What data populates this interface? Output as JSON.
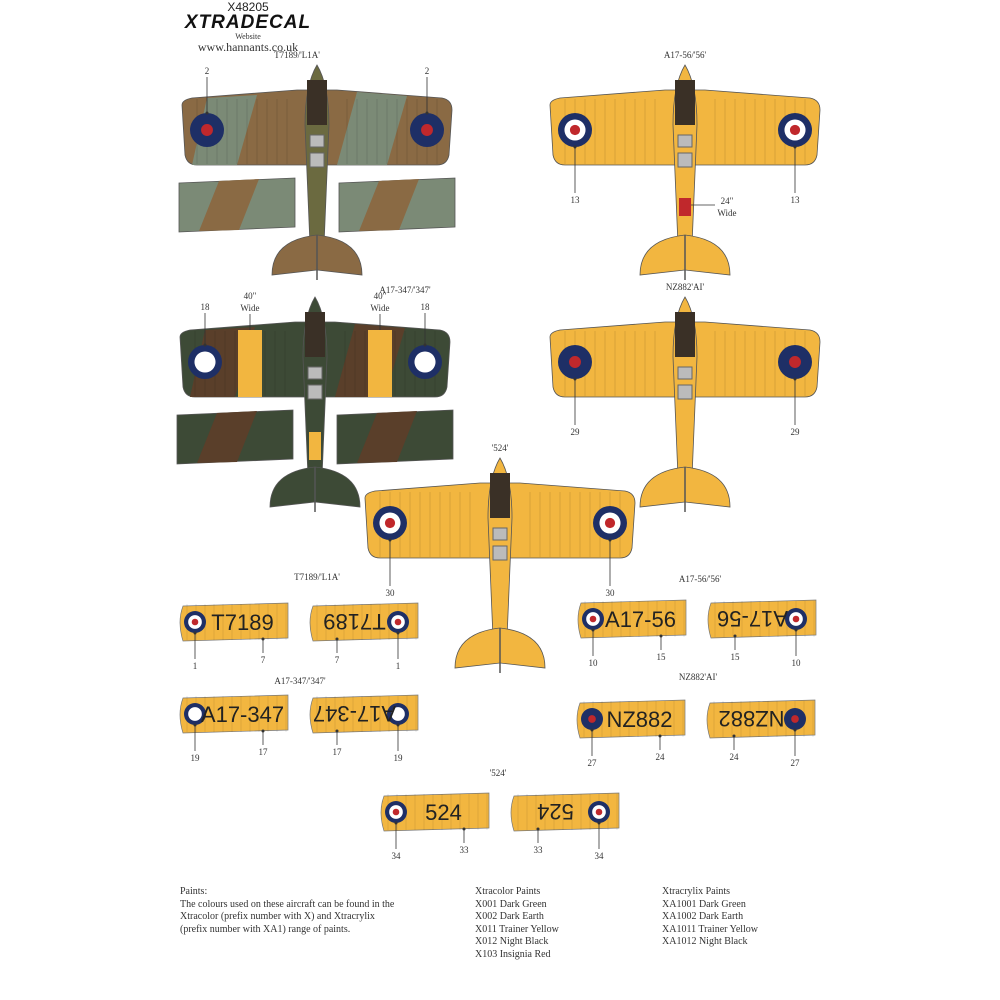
{
  "header": {
    "code": "X48205",
    "brand": "XTRADECAL",
    "website_label": "Website",
    "url": "www.hannants.co.uk"
  },
  "colors": {
    "trainer_yellow": "#f2b640",
    "dark_green": "#5f6b4a",
    "dark_earth": "#8a6a44",
    "night_black": "#1c1c1c",
    "insignia_red": "#c0282c",
    "roundel_blue": "#1e2f66",
    "grey_green": "#7b8a76"
  },
  "aircraft_top": [
    {
      "title": "T7189/'L1A'",
      "scheme": "camo-light",
      "callouts": [
        "2",
        "2"
      ]
    },
    {
      "title": "A17-56/'56'",
      "scheme": "yellow",
      "callouts": [
        "13",
        "13"
      ],
      "note": [
        "24\"",
        "Wide"
      ]
    },
    {
      "title": "A17-347/'347'",
      "scheme": "camo-dark",
      "callouts": [
        "18",
        "18"
      ],
      "note": [
        "40\"",
        "Wide"
      ]
    },
    {
      "title": "NZ882'AI'",
      "scheme": "yellow-redcentre",
      "callouts": [
        "29",
        "29"
      ]
    },
    {
      "title": "'524'",
      "scheme": "yellow",
      "callouts": [
        "30",
        "30"
      ]
    }
  ],
  "lower_wings": [
    {
      "title": "T7189/'L1A'",
      "serial": "T7189",
      "roundel_callout": "1",
      "serial_callout": "7",
      "roundel": "blue-white-red"
    },
    {
      "title": "A17-56/'56'",
      "serial": "A17-56",
      "roundel_callout": "10",
      "serial_callout": "15",
      "roundel": "blue-white-red"
    },
    {
      "title": "A17-347/'347'",
      "serial": "A17-347",
      "roundel_callout": "19",
      "serial_callout": "17",
      "roundel": "blue-white"
    },
    {
      "title": "NZ882'AI'",
      "serial": "NZ882",
      "roundel_callout": "27",
      "serial_callout": "24",
      "roundel": "blue-red"
    },
    {
      "title": "'524'",
      "serial": "524",
      "roundel_callout": "34",
      "serial_callout": "33",
      "roundel": "blue-white-red"
    }
  ],
  "paints": {
    "intro_title": "Paints:",
    "intro_lines": [
      "The colours used on these aircraft can be found in the",
      "Xtracolor (prefix number with X) and Xtracrylix",
      "(prefix number with XA1) range of paints."
    ],
    "xtracolor": [
      "Xtracolor Paints",
      "X001 Dark Green",
      "X002 Dark Earth",
      "X011 Trainer Yellow",
      "X012 Night Black",
      "X103 Insignia Red"
    ],
    "xtracrylix": [
      "Xtracrylix Paints",
      "XA1001 Dark Green",
      "XA1002 Dark Earth",
      "XA1011 Trainer Yellow",
      "XA1012 Night Black"
    ]
  }
}
